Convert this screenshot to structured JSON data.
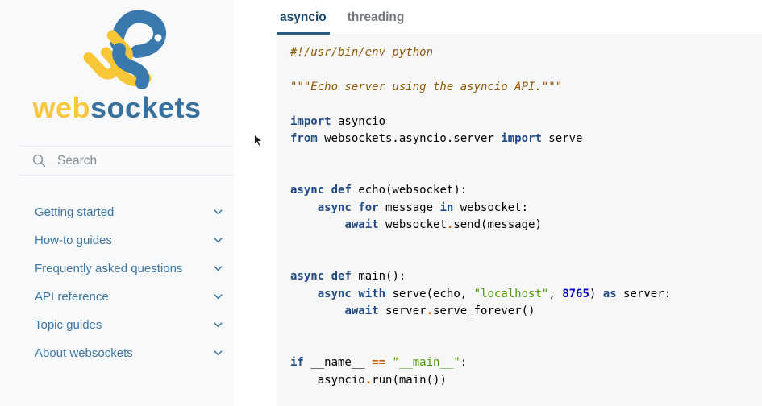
{
  "sidebar": {
    "logo": {
      "word_web": "web",
      "word_sockets": "sockets"
    },
    "search": {
      "placeholder": "Search",
      "value": ""
    },
    "nav": [
      {
        "label": "Getting started"
      },
      {
        "label": "How-to guides"
      },
      {
        "label": "Frequently asked questions"
      },
      {
        "label": "API reference"
      },
      {
        "label": "Topic guides"
      },
      {
        "label": "About websockets"
      }
    ]
  },
  "tabs": [
    {
      "label": "asyncio",
      "active": true
    },
    {
      "label": "threading",
      "active": false
    }
  ],
  "code": {
    "language": "python",
    "lines": [
      [
        [
          "c",
          "#!/usr/bin/env python"
        ]
      ],
      [],
      [
        [
          "c",
          "\"\"\"Echo server using the asyncio API.\"\"\""
        ]
      ],
      [],
      [
        [
          "k",
          "import"
        ],
        [
          "n",
          " asyncio"
        ]
      ],
      [
        [
          "k",
          "from"
        ],
        [
          "n",
          " websockets.asyncio.server "
        ],
        [
          "k",
          "import"
        ],
        [
          "n",
          " serve"
        ]
      ],
      [],
      [],
      [
        [
          "k",
          "async"
        ],
        [
          "n",
          " "
        ],
        [
          "k",
          "def"
        ],
        [
          "n",
          " echo(websocket):"
        ]
      ],
      [
        [
          "n",
          "    "
        ],
        [
          "k",
          "async"
        ],
        [
          "n",
          " "
        ],
        [
          "k",
          "for"
        ],
        [
          "n",
          " message "
        ],
        [
          "k",
          "in"
        ],
        [
          "n",
          " websocket:"
        ]
      ],
      [
        [
          "n",
          "        "
        ],
        [
          "k",
          "await"
        ],
        [
          "n",
          " websocket"
        ],
        [
          "o",
          "."
        ],
        [
          "n",
          "send(message)"
        ]
      ],
      [],
      [],
      [
        [
          "k",
          "async"
        ],
        [
          "n",
          " "
        ],
        [
          "k",
          "def"
        ],
        [
          "n",
          " main():"
        ]
      ],
      [
        [
          "n",
          "    "
        ],
        [
          "k",
          "async"
        ],
        [
          "n",
          " "
        ],
        [
          "k",
          "with"
        ],
        [
          "n",
          " serve(echo, "
        ],
        [
          "s",
          "\"localhost\""
        ],
        [
          "n",
          ", "
        ],
        [
          "m",
          "8765"
        ],
        [
          "n",
          ") "
        ],
        [
          "k",
          "as"
        ],
        [
          "n",
          " server:"
        ]
      ],
      [
        [
          "n",
          "        "
        ],
        [
          "k",
          "await"
        ],
        [
          "n",
          " server"
        ],
        [
          "o",
          "."
        ],
        [
          "n",
          "serve_forever()"
        ]
      ],
      [],
      [],
      [
        [
          "k",
          "if"
        ],
        [
          "n",
          " __name__ "
        ],
        [
          "o",
          "=="
        ],
        [
          "n",
          " "
        ],
        [
          "s",
          "\"__main__\""
        ],
        [
          "n",
          ":"
        ]
      ],
      [
        [
          "n",
          "    asyncio"
        ],
        [
          "o",
          "."
        ],
        [
          "n",
          "run(main())"
        ]
      ]
    ]
  },
  "colors": {
    "sidebar_bg": "#f8f9fb",
    "code_bg": "#f7f7f8",
    "logo_yellow": "#f9c73c",
    "logo_blue": "#38719d",
    "nav_link": "#3d76a2",
    "tab_active_text": "#1d4a69",
    "tab_underline": "#2a5b7e",
    "tab_inactive_text": "#73797f",
    "code_keyword": "#204a87",
    "code_operator": "#ce5c00",
    "code_string": "#4e9a06",
    "code_number": "#0000cf",
    "code_comment": "#8f5902"
  },
  "icons": {
    "search": "magnifying-glass",
    "nav_expand": "chevron-down",
    "pointer": "mouse-cursor"
  }
}
